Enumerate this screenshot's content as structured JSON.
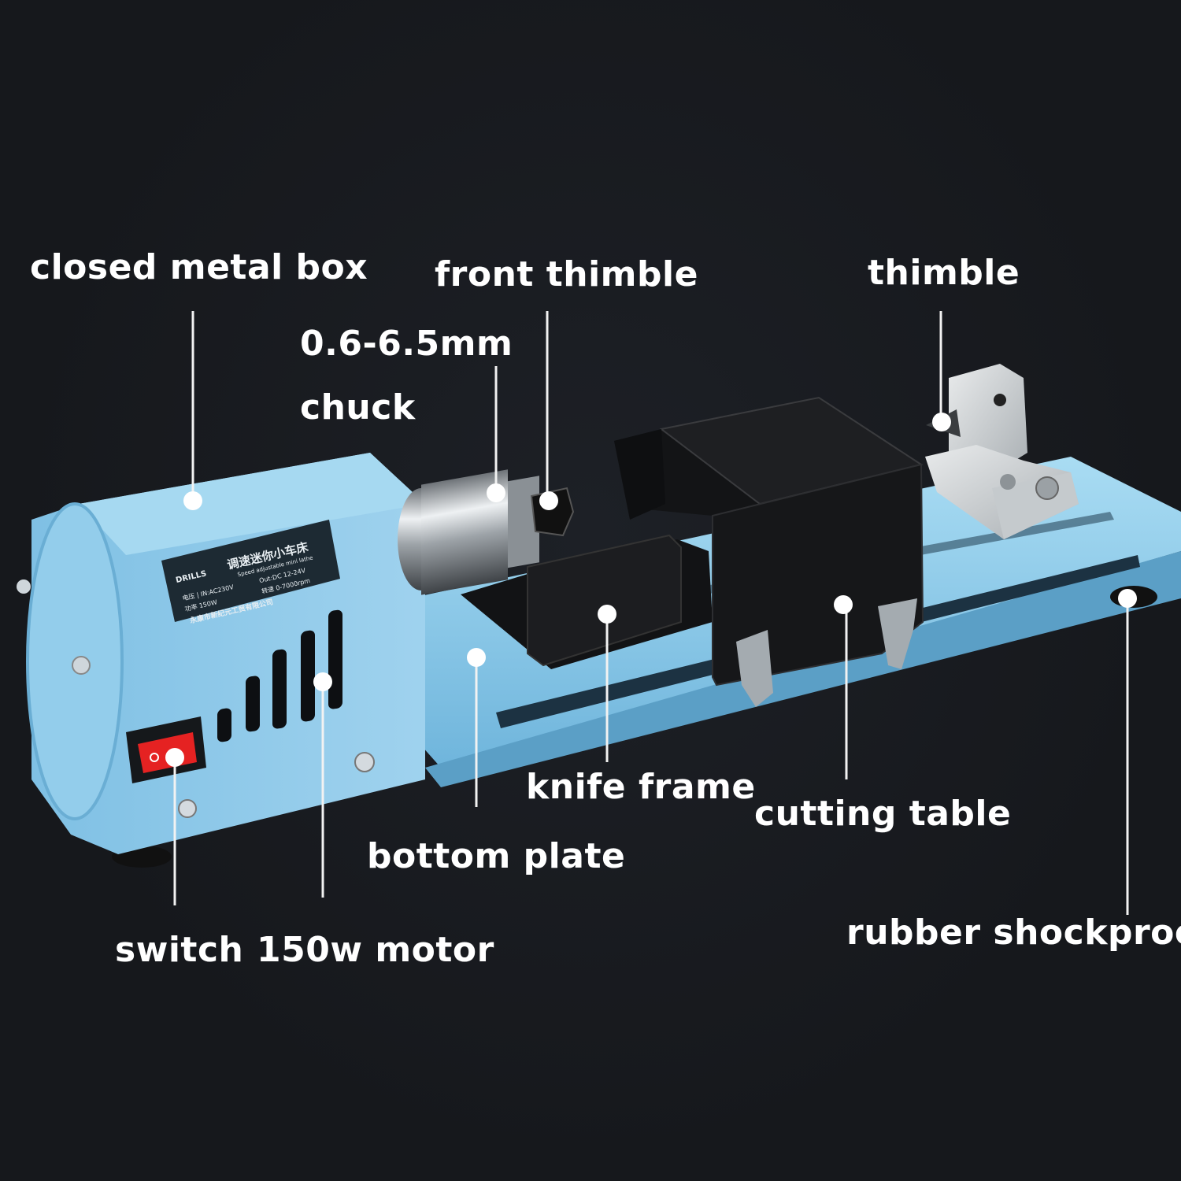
{
  "labels": {
    "closed_metal_box": "closed metal box",
    "front_thimble": "front thimble",
    "thimble": "thimble",
    "chuck_size": "0.6-6.5mm",
    "chuck": "chuck",
    "knife_frame": "knife frame",
    "cutting_table": "cutting table",
    "bottom_plate": "bottom plate",
    "rubber_shockproof": "rubber shockproof",
    "switch": "switch",
    "motor": "150w motor"
  },
  "nameplate": {
    "brand": "DRILLS",
    "title": "调速迷你小车床",
    "subtitle": "Speed adjustable mini lathe",
    "input": "电压 | IN:AC230V",
    "output": "Out:DC 12-24V",
    "power": "功率 150W",
    "speed": "转速 0-7000rpm",
    "maker": "永康市新纪元工贸有限公司"
  },
  "colors": {
    "background": "#17191d",
    "body_blue": "#8cc7e6",
    "body_blue_dark": "#5aa3cc",
    "black_parts": "#1a1a1a",
    "chrome": "#c8ccd0",
    "switch_red": "#e52222",
    "label_text": "#ffffff",
    "leader_line": "#f2f2f2"
  }
}
